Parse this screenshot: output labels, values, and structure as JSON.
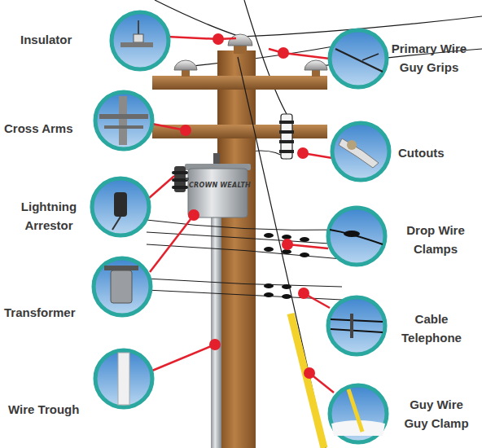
{
  "diagram": {
    "labels": [
      "Insulator",
      "Primary Wire Guy Grips",
      "Cross Arms",
      "Cutouts",
      "CROWN WEALTH",
      "Lightning Arrestor",
      "Drop Wire Clamps",
      "Transformer",
      "Cable Telephone",
      "Wire Trough",
      "Guy Wire Guy Clamp"
    ]
  }
}
